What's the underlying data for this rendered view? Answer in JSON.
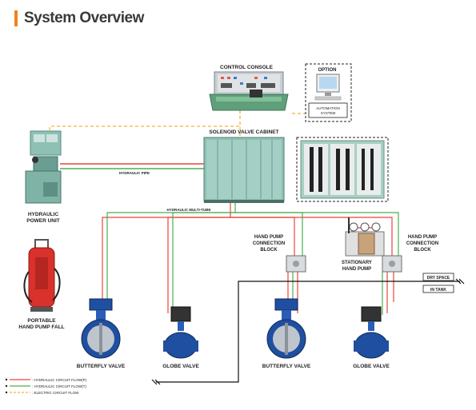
{
  "title": "System Overview",
  "accent_color": "#f0821e",
  "labels": {
    "control_console": "CONTROL CONSOLE",
    "option": "OPTION",
    "automation_1": "AUTOMATION",
    "automation_2": "SYSTEM",
    "solenoid_cabinet": "SOLENOID VALVE CABINET",
    "hydraulic_pipe": "HYDRAULIC PIPE",
    "hydraulic_multitube": "HYDRAULIC MULTI-TUBE",
    "hpu_1": "HYDRAULIC",
    "hpu_2": "POWER UNIT",
    "hand_pump_block_left_1": "HAND PUMP",
    "hand_pump_block_left_2": "CONNECTION",
    "hand_pump_block_left_3": "BLOCK",
    "stationary_1": "STATIONARY",
    "stationary_2": "HAND PUMP",
    "hand_pump_block_right_1": "HAND PUMP",
    "hand_pump_block_right_2": "CONNECTION",
    "hand_pump_block_right_3": "BLOCK",
    "portable_1": "PORTABLE",
    "portable_2": "HAND PUMP FALL",
    "dry_space": "DRY SPACE",
    "in_tank": "IN TANK",
    "valve_1": "BUTTERFLY VALVE",
    "valve_2": "GLOBE VALVE",
    "valve_3": "BUTTERFLY VALVE",
    "valve_4": "GLOBE VALVE"
  },
  "legend": [
    {
      "text": ": HYDRAULIC CIRCUIT FLOW(P)",
      "color": "#e8453c"
    },
    {
      "text": ": HYDRAULIC CIRCUIT FLOW(T)",
      "color": "#4caf50"
    },
    {
      "text": ": ELECTRIC CIRCUIT FLOW",
      "color": "#f5b041"
    }
  ]
}
